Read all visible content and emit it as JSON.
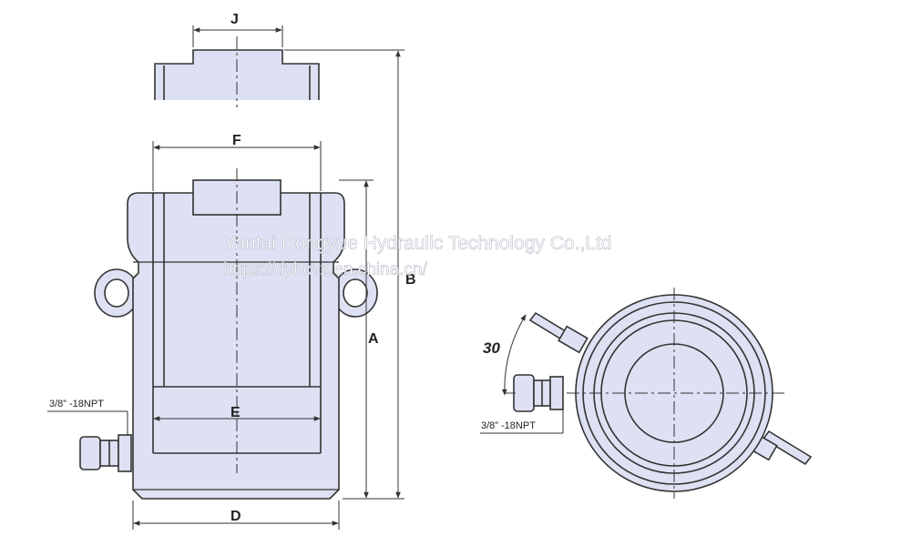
{
  "dimensions": {
    "J": "J",
    "F": "F",
    "E": "E",
    "D": "D",
    "A": "A",
    "B": "B"
  },
  "port_label_side": "3/8” -18NPT",
  "port_label_top": "3/8” -18NPT",
  "angle_label": "30",
  "watermark": {
    "company": "Yantai Dongyue Hydraulic Technology Co.,Ltd",
    "url": "https://dyhcvz.en.china.cn/"
  },
  "colors": {
    "body_fill": "#dde1f3",
    "line": "#333333",
    "background": "#ffffff"
  }
}
